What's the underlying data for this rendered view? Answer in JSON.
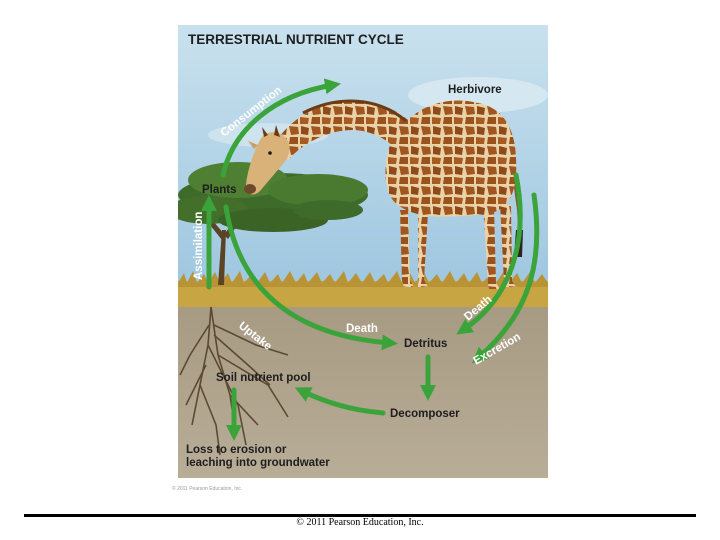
{
  "figure": {
    "title": "TERRESTRIAL NUTRIENT CYCLE",
    "nodes": {
      "herbivore": "Herbivore",
      "plants": "Plants",
      "detritus": "Detritus",
      "soil_pool": "Soil nutrient pool",
      "decomposer": "Decomposer",
      "loss_line1": "Loss to erosion or",
      "loss_line2": "leaching into groundwater"
    },
    "flows": {
      "consumption": "Consumption",
      "assimilation": "Assimilation",
      "uptake": "Uptake",
      "death_plants": "Death",
      "death_herbivore": "Death",
      "excretion": "Excretion"
    },
    "credit": "© 2011 Pearson Education, Inc.",
    "colors": {
      "arrow": "#3aa33a",
      "sky": "#a9cde2",
      "soil": "#a89c87",
      "grass": "#c7a542"
    }
  },
  "footer": {
    "credit": "© 2011 Pearson Education, Inc."
  }
}
